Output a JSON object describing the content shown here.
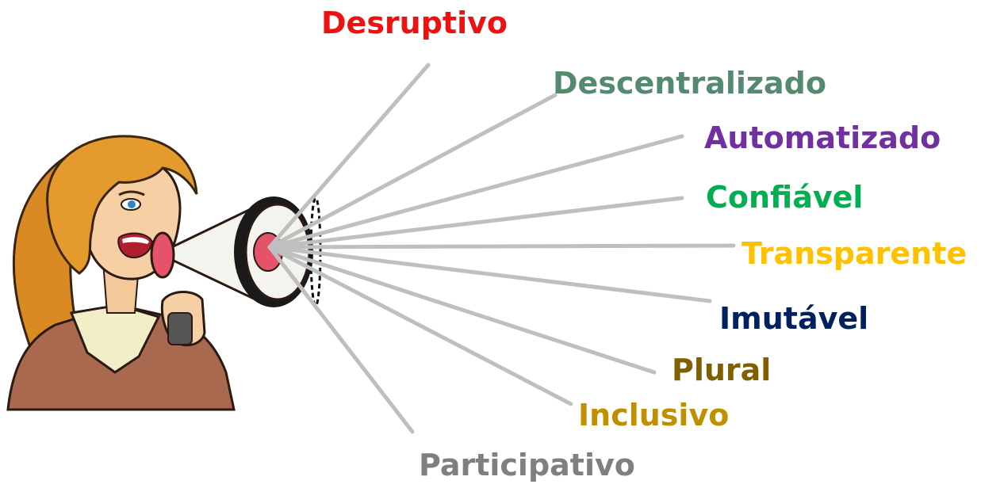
{
  "words": [
    {
      "key": "desruptivo",
      "text": "Desruptivo",
      "color": "#EE1111"
    },
    {
      "key": "descentralizado",
      "text": "Descentralizado",
      "color": "#548A70"
    },
    {
      "key": "automatizado",
      "text": "Automatizado",
      "color": "#7030A0"
    },
    {
      "key": "confiavel",
      "text": "Confiável",
      "color": "#00B050"
    },
    {
      "key": "transparente",
      "text": "Transparente",
      "color": "#FFC000"
    },
    {
      "key": "imutavel",
      "text": "Imutável",
      "color": "#002060"
    },
    {
      "key": "plural",
      "text": "Plural",
      "color": "#7F6000"
    },
    {
      "key": "inclusivo",
      "text": "Inclusivo",
      "color": "#BF9000"
    },
    {
      "key": "participativo",
      "text": "Participativo",
      "color": "#7F7F7F"
    }
  ],
  "colors": {
    "ray": "#BFBFBF",
    "jacket": "#A8694E",
    "hair": "#E49A2C",
    "skin": "#F6CFA4",
    "megaphone_body": "#F4F4EE",
    "megaphone_mouth": "#E5536B"
  },
  "icons": {
    "person": "woman-shouting-icon",
    "megaphone": "megaphone-icon"
  }
}
